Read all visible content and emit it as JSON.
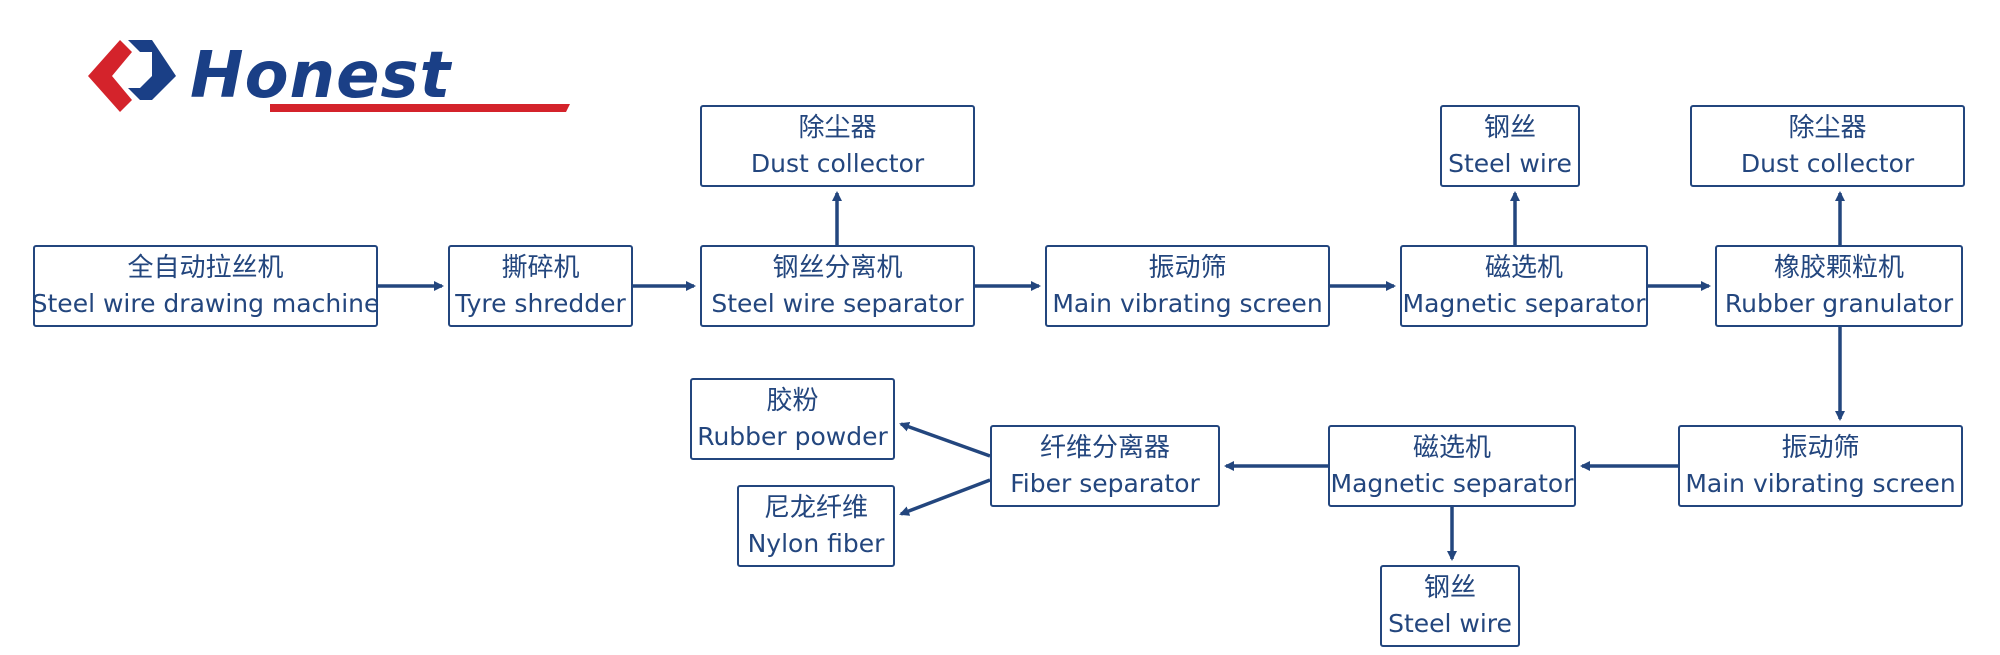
{
  "logo": {
    "text": "Honest",
    "colors": {
      "primary": "#1a3f86",
      "accent": "#d4232b"
    }
  },
  "colors": {
    "stroke": "#23467e",
    "text": "#23467e"
  },
  "nodes": {
    "wire_drawing": {
      "zh": "全自动拉丝机",
      "en": "Steel wire drawing machine"
    },
    "tyre_shredder": {
      "zh": "撕碎机",
      "en": "Tyre shredder"
    },
    "wire_separator": {
      "zh": "钢丝分离机",
      "en": "Steel wire separator"
    },
    "dust_collector_1": {
      "zh": "除尘器",
      "en": "Dust collector"
    },
    "vibrating_screen_1": {
      "zh": "振动筛",
      "en": "Main vibrating screen"
    },
    "magnetic_separator_1": {
      "zh": "磁选机",
      "en": "Magnetic separator"
    },
    "steel_wire_1": {
      "zh": "钢丝",
      "en": "Steel wire"
    },
    "rubber_granulator": {
      "zh": "橡胶颗粒机",
      "en": "Rubber granulator"
    },
    "dust_collector_2": {
      "zh": "除尘器",
      "en": "Dust collector"
    },
    "vibrating_screen_2": {
      "zh": "振动筛",
      "en": "Main vibrating screen"
    },
    "magnetic_separator_2": {
      "zh": "磁选机",
      "en": "Magnetic separator"
    },
    "steel_wire_2": {
      "zh": "钢丝",
      "en": "Steel wire"
    },
    "fiber_separator": {
      "zh": "纤维分离器",
      "en": "Fiber separator"
    },
    "rubber_powder": {
      "zh": "胶粉",
      "en": "Rubber powder"
    },
    "nylon_fiber": {
      "zh": "尼龙纤维",
      "en": "Nylon fiber"
    }
  },
  "edges": [
    {
      "from": "wire_drawing",
      "to": "tyre_shredder"
    },
    {
      "from": "tyre_shredder",
      "to": "wire_separator"
    },
    {
      "from": "wire_separator",
      "to": "dust_collector_1"
    },
    {
      "from": "wire_separator",
      "to": "vibrating_screen_1"
    },
    {
      "from": "vibrating_screen_1",
      "to": "magnetic_separator_1"
    },
    {
      "from": "magnetic_separator_1",
      "to": "steel_wire_1"
    },
    {
      "from": "magnetic_separator_1",
      "to": "rubber_granulator"
    },
    {
      "from": "rubber_granulator",
      "to": "dust_collector_2"
    },
    {
      "from": "rubber_granulator",
      "to": "vibrating_screen_2"
    },
    {
      "from": "vibrating_screen_2",
      "to": "magnetic_separator_2"
    },
    {
      "from": "magnetic_separator_2",
      "to": "steel_wire_2"
    },
    {
      "from": "magnetic_separator_2",
      "to": "fiber_separator"
    },
    {
      "from": "fiber_separator",
      "to": "rubber_powder"
    },
    {
      "from": "fiber_separator",
      "to": "nylon_fiber"
    }
  ]
}
